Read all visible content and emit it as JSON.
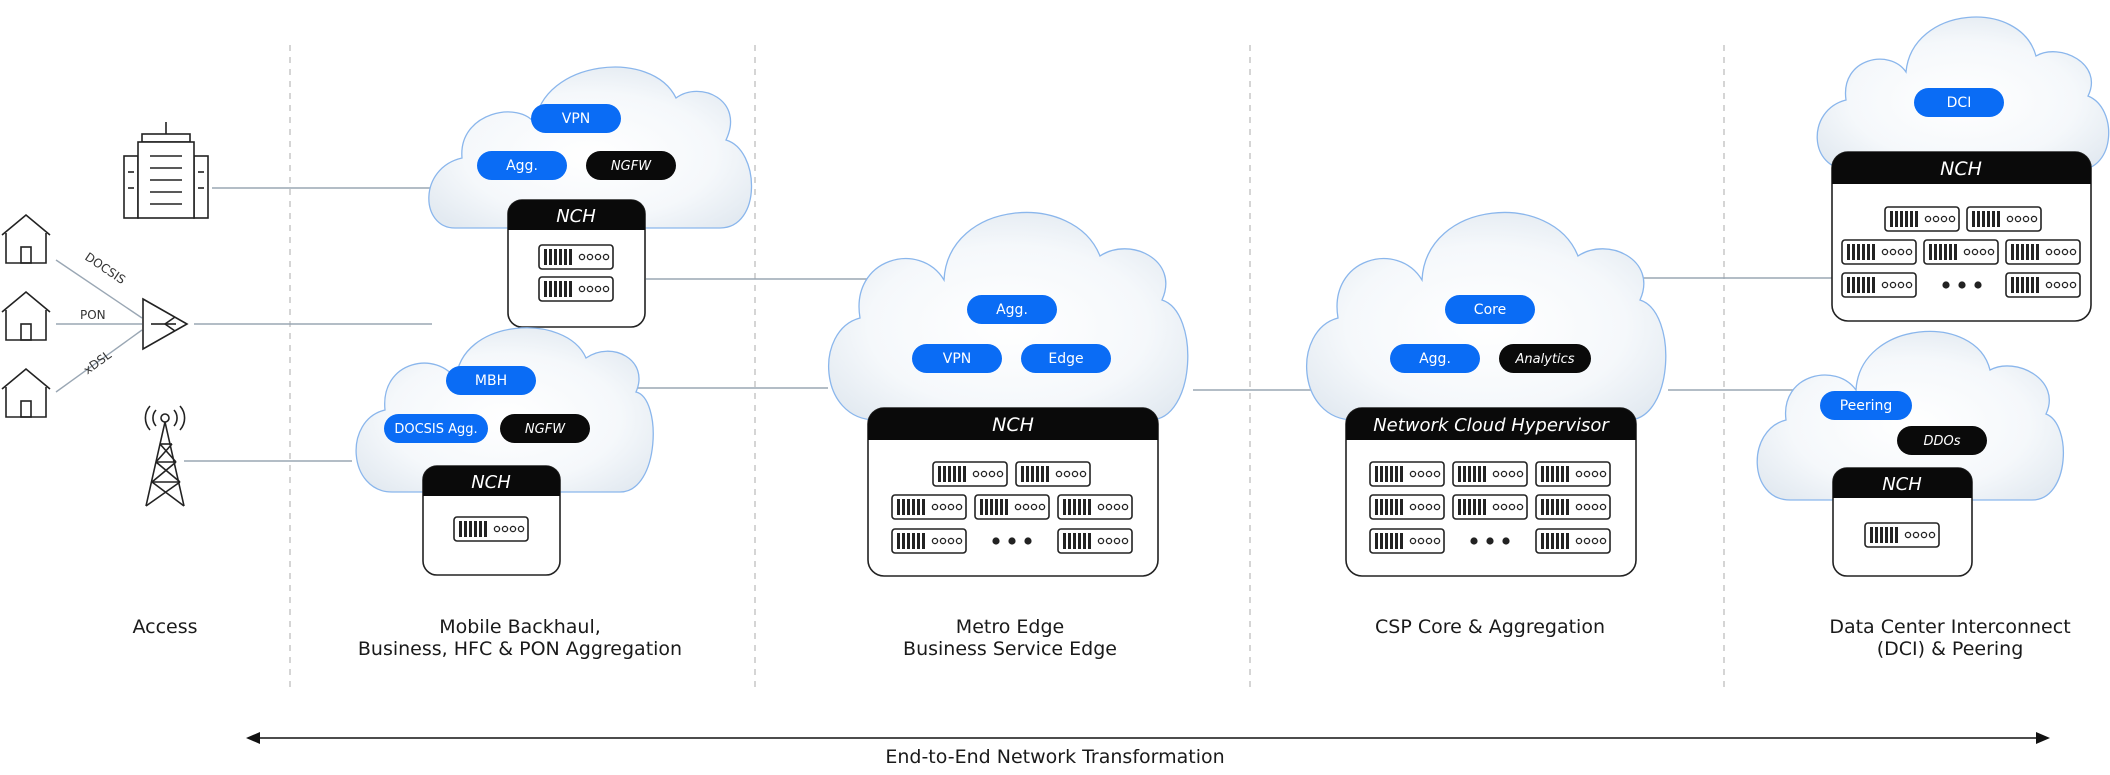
{
  "colors": {
    "pill_blue": "#0a6cf5",
    "pill_black": "#0a0a0a",
    "line": "#9aa7b4",
    "divider": "#b9b9b9"
  },
  "access": {
    "icons": [
      "office-building-icon",
      "house-icon",
      "house-icon",
      "house-icon",
      "splitter-icon",
      "cell-tower-icon"
    ],
    "links": [
      "DOCSIS",
      "PON",
      "xDSL"
    ]
  },
  "clouds": {
    "mobile_top": {
      "pills": [
        "VPN",
        "Agg.",
        "NGFW"
      ],
      "title": "NCH"
    },
    "mobile_bottom": {
      "pills": [
        "MBH",
        "DOCSIS Agg.",
        "NGFW"
      ],
      "title": "NCH"
    },
    "metro": {
      "pills": [
        "Agg.",
        "VPN",
        "Edge"
      ],
      "title": "NCH"
    },
    "core": {
      "pills": [
        "Core",
        "Agg.",
        "Analytics"
      ],
      "title": "Network Cloud Hypervisor"
    },
    "dci": {
      "pills": [
        "DCI"
      ],
      "title": "NCH"
    },
    "peering": {
      "pills": [
        "Peering",
        "DDOs"
      ],
      "title": "NCH"
    }
  },
  "sections": [
    {
      "lines": [
        "Access"
      ]
    },
    {
      "lines": [
        "Mobile Backhaul,",
        "Business, HFC & PON Aggregation"
      ]
    },
    {
      "lines": [
        "Metro Edge",
        "Business Service Edge"
      ]
    },
    {
      "lines": [
        "CSP Core & Aggregation"
      ]
    },
    {
      "lines": [
        "Data Center Interconnect",
        "(DCI) & Peering"
      ]
    }
  ],
  "footer": {
    "label": "End-to-End Network Transformation"
  }
}
